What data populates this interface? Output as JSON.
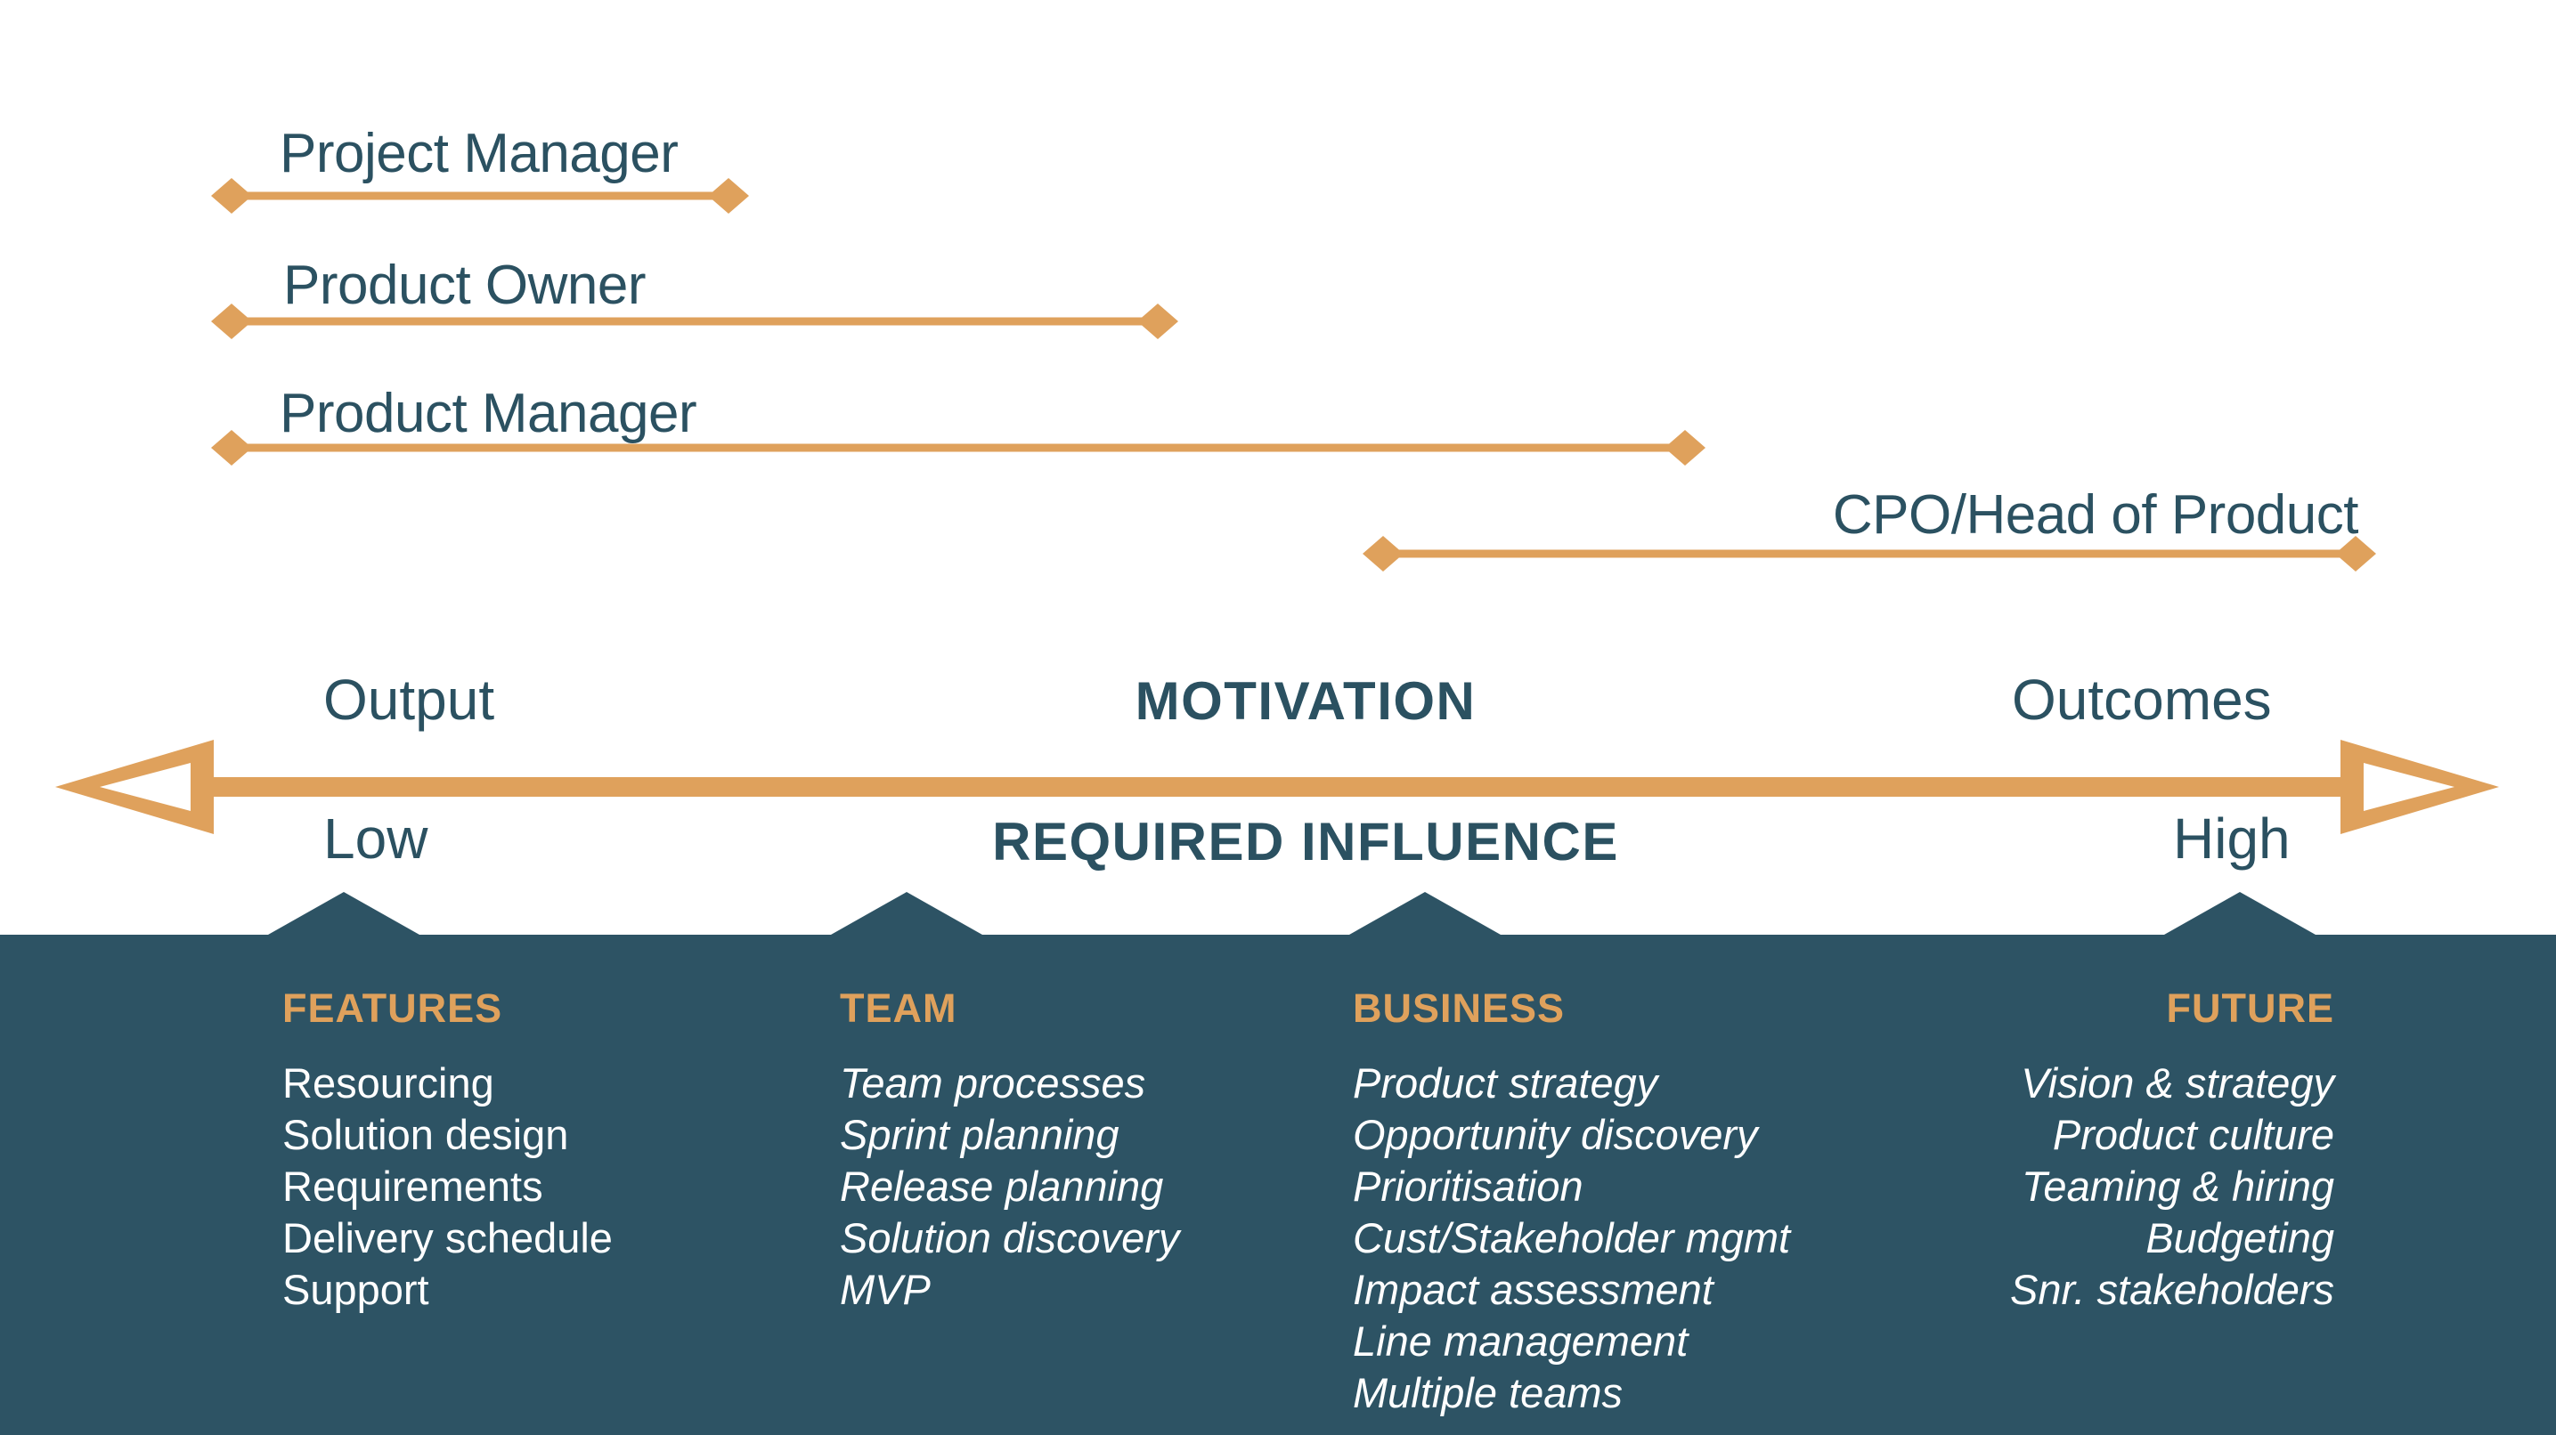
{
  "colors": {
    "orange": "#DFA15C",
    "panel_teal": "#2D5364",
    "text_teal": "#2B5161",
    "item_white": "#FFFFFF"
  },
  "roles": [
    {
      "label": "Project Manager"
    },
    {
      "label": "Product Owner"
    },
    {
      "label": "Product Manager"
    },
    {
      "label": "CPO/Head of Product"
    }
  ],
  "axis": {
    "motivation": {
      "left": "Output",
      "center": "MOTIVATION",
      "right": "Outcomes"
    },
    "influence": {
      "left": "Low",
      "center": "REQUIRED INFLUENCE",
      "right": "High"
    }
  },
  "columns": [
    {
      "heading": "FEATURES",
      "items": [
        "Resourcing",
        "Solution design",
        "Requirements",
        "Delivery schedule",
        "Support"
      ]
    },
    {
      "heading": "TEAM",
      "items": [
        "Team processes",
        "Sprint planning",
        "Release planning",
        "Solution discovery",
        "MVP"
      ]
    },
    {
      "heading": "BUSINESS",
      "items": [
        "Product strategy",
        "Opportunity discovery",
        "Prioritisation",
        "Cust/Stakeholder mgmt",
        "Impact assessment",
        "Line management",
        "Multiple teams"
      ]
    },
    {
      "heading": "FUTURE",
      "items": [
        "Vision & strategy",
        "Product culture",
        "Teaming & hiring",
        "Budgeting",
        "Snr. stakeholders"
      ]
    }
  ]
}
